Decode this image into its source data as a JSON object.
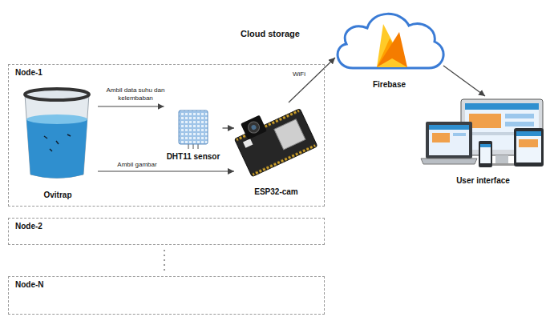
{
  "diagram": {
    "nodes": [
      {
        "text": [
          "Node-1"
        ]
      },
      {
        "text": [
          "Ovitrap"
        ],
        "in": 0
      },
      {
        "text": [
          "DHT11 sensor"
        ],
        "in": 0
      },
      {
        "text": [
          "ESP32-cam"
        ],
        "in": 0
      },
      {
        "text": [
          "Cloud storage",
          "Firebase"
        ]
      },
      {
        "text": [
          "User interface"
        ]
      },
      {
        "text": [
          "Node-2"
        ]
      },
      {
        "text": [
          "Node-N"
        ]
      }
    ],
    "edges": [
      {
        "from": 1,
        "to": 2,
        "arrow": "to",
        "label": "Ambil data suhu dan kelembaban"
      },
      {
        "from": 2,
        "to": 3,
        "arrow": "to"
      },
      {
        "from": 1,
        "to": 3,
        "arrow": "to",
        "label": "Ambil gambar"
      },
      {
        "from": 3,
        "to": 4,
        "arrow": "to",
        "label": "WiFi"
      },
      {
        "from": 4,
        "to": 5,
        "arrow": "to"
      }
    ]
  }
}
